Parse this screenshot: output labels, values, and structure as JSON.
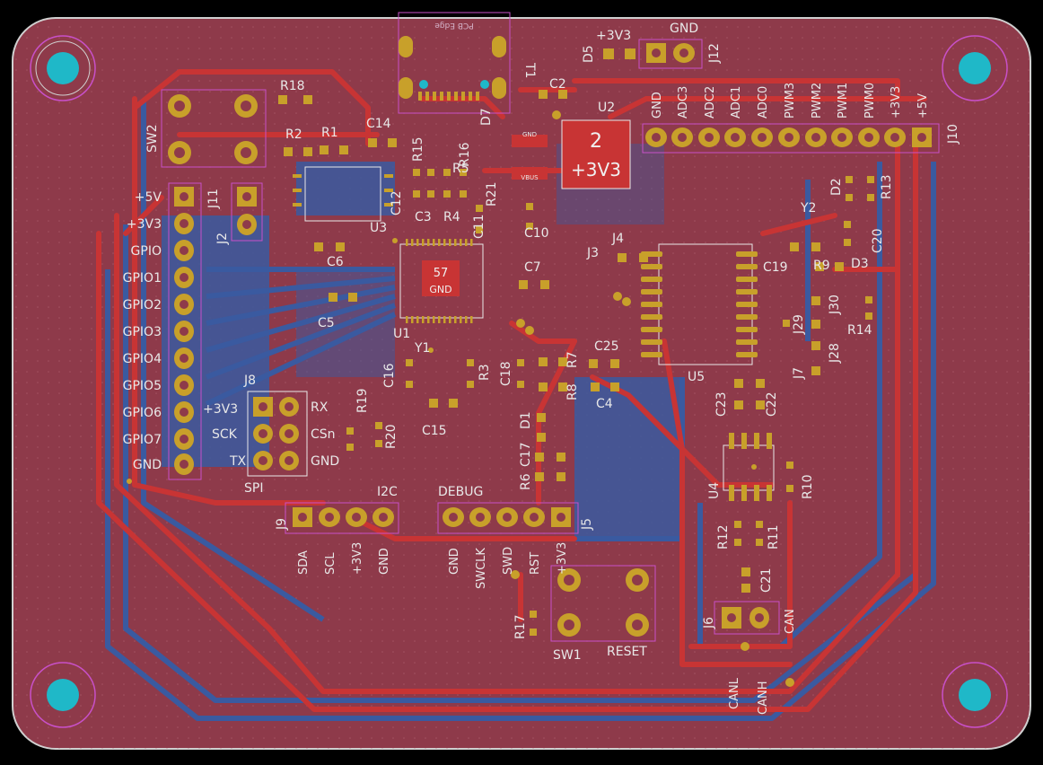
{
  "colors": {
    "background": "#000000",
    "board_copper": "#8e3a4a",
    "front_copper": "#c83434",
    "back_copper": "#3a5aa0",
    "silkscreen": "#e8e8e8",
    "fab": "#d4b2c8",
    "pad": "#c8a02a",
    "hole": "#1fb8c8",
    "outline": "#d0d0d0",
    "courtyard": "#c850c8"
  },
  "edge_label": "PCB Edge",
  "big_pads": [
    {
      "num": "2",
      "net": "+3V3"
    },
    {
      "num": "57",
      "net": "GND"
    }
  ],
  "refs": {
    "sw2": "SW2",
    "r18": "R18",
    "r2": "R2",
    "r1": "R1",
    "c14": "C14",
    "r15": "R15",
    "r16": "R16",
    "r5": "R5",
    "c12": "C12",
    "c3": "C3",
    "r4": "R4",
    "c11": "C11",
    "c10": "C10",
    "u3": "U3",
    "c6": "C6",
    "j11": "J11",
    "j2": "J2",
    "c5": "C5",
    "u1": "U1",
    "y1": "Y1",
    "c16": "C16",
    "c15": "C15",
    "r3": "R3",
    "c18": "C18",
    "r7": "R7",
    "r8": "R8",
    "c4": "C4",
    "c25": "C25",
    "j3": "J3",
    "j4": "J4",
    "c7": "C7",
    "u2": "U2",
    "c2": "C2",
    "d5": "D5",
    "j12": "J12",
    "j10": "J10",
    "d2": "D2",
    "r13": "R13",
    "y2": "Y2",
    "c19": "C19",
    "r9": "R9",
    "c20": "C20",
    "d3": "D3",
    "r14": "R14",
    "j30": "J30",
    "j29": "J29",
    "j28": "J28",
    "j7": "J7",
    "u5": "U5",
    "c23": "C23",
    "c22": "C22",
    "u4": "U4",
    "r10": "R10",
    "r12": "R12",
    "r11": "R11",
    "c21": "C21",
    "j6": "J6",
    "j8": "J8",
    "r19": "R19",
    "r20": "R20",
    "d1": "D1",
    "c17": "C17",
    "r6": "R6",
    "j9": "J9",
    "j5": "J5",
    "r17": "R17",
    "sw1": "SW1",
    "d7": "D7",
    "r21": "R21",
    "t1": "T1"
  },
  "header_j11": [
    "+5V",
    "+3V3",
    "GPIO",
    "GPIO1",
    "GPIO2",
    "GPIO3",
    "GPIO4",
    "GPIO5",
    "GPIO6",
    "GPIO7",
    "GND"
  ],
  "header_j10": [
    "GND",
    "ADC3",
    "ADC2",
    "ADC1",
    "ADC0",
    "PWM3",
    "PWM2",
    "PWM1",
    "PWM0",
    "+3V3",
    "+5V"
  ],
  "power_top": {
    "v33": "+3V3",
    "gnd": "GND"
  },
  "spi": {
    "v33": "+3V3",
    "rx": "RX",
    "sck": "SCK",
    "csn": "CSn",
    "tx": "TX",
    "gnd": "GND",
    "title": "SPI"
  },
  "i2c": {
    "title": "I2C",
    "pins": [
      "SDA",
      "SCL",
      "+3V3",
      "GND"
    ]
  },
  "debug": {
    "title": "DEBUG",
    "pins": [
      "GND",
      "SWCLK",
      "SWD",
      "RST",
      "+3V3"
    ]
  },
  "can": {
    "title": "CAN",
    "pins": [
      "CANL",
      "CANH"
    ]
  },
  "reset_label": "RESET",
  "vbus_label": "VBUS",
  "gnd_small": "GND"
}
